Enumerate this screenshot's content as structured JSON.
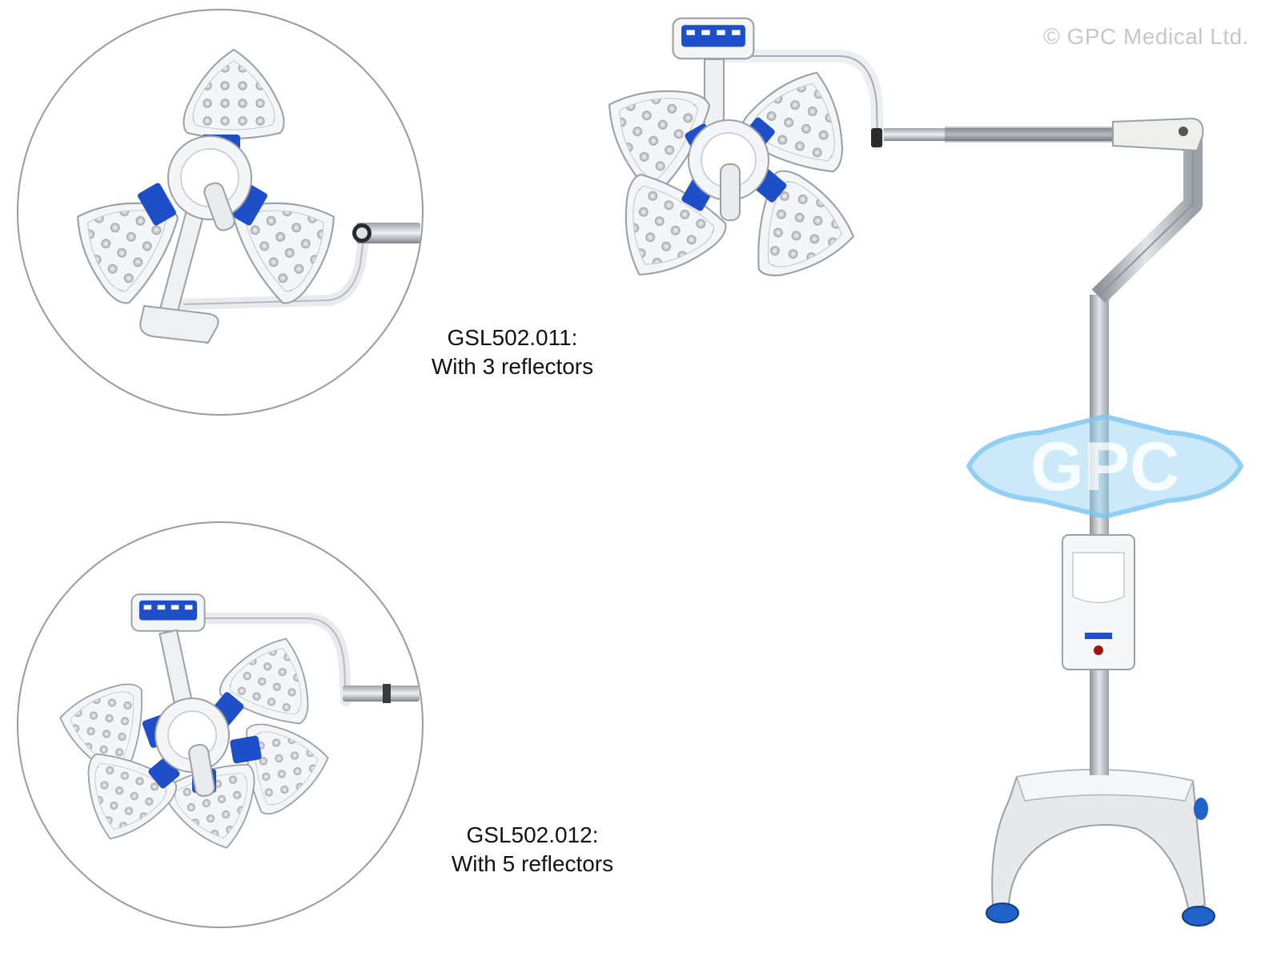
{
  "copyright": "© GPC Medical Ltd.",
  "watermark": {
    "text": "GPC",
    "color": "#7ec8f0"
  },
  "variants": [
    {
      "model": "GSL502.011:",
      "description": "With 3 reflectors",
      "reflectors": 3
    },
    {
      "model": "GSL502.012:",
      "description": "With 5 reflectors",
      "reflectors": 5
    }
  ],
  "colors": {
    "accent_blue": "#1e4fc8",
    "housing": "#f1f3f5",
    "pole": "#b8bcc2",
    "led": "#c9ccd0",
    "circle_border": "#9a9a9a"
  },
  "icons": {
    "reflector": "led-reflector-petal-icon",
    "control_panel": "control-panel-icon"
  }
}
